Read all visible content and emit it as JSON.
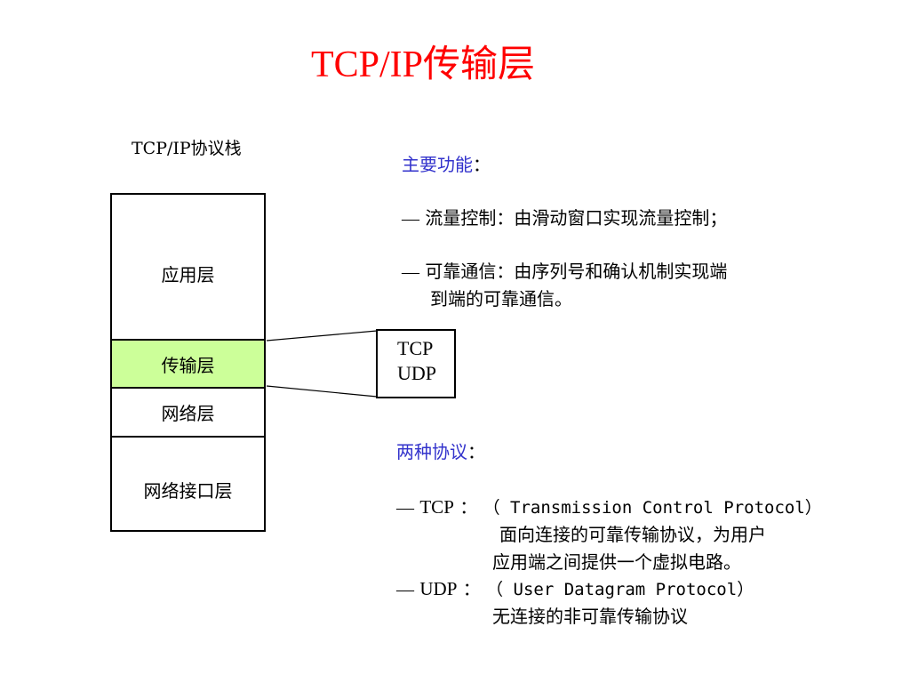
{
  "title": "TCP/IP传输层",
  "stack": {
    "label": "TCP/IP协议栈",
    "layers": [
      "应用层",
      "传输层",
      "网络层",
      "网络接口层"
    ],
    "highlight_color": "#ccff99"
  },
  "protocol_box": {
    "line1": "TCP",
    "line2": "UDP"
  },
  "functions": {
    "heading": "主要功能",
    "colon": "：",
    "dash": "—",
    "item1": "流量控制：由滑动窗口实现流量控制；",
    "item2_line1": "可靠通信：由序列号和确认机制实现端",
    "item2_line2": "到端的可靠通信。"
  },
  "protocols": {
    "heading": "两种协议",
    "colon": "：",
    "dash": "—",
    "tcp": {
      "name": "TCP",
      "sep": "：",
      "full": "（ Transmission Control Protocol）",
      "desc_line1": "面向连接的可靠传输协议，为用户",
      "desc_line2": "应用端之间提供一个虚拟电路。"
    },
    "udp": {
      "name": "UDP",
      "sep": "：",
      "full": "（ User Datagram Protocol）",
      "desc_line1": "无连接的非可靠传输协议"
    }
  },
  "colors": {
    "title": "#ff0000",
    "heading": "#3333cc"
  }
}
